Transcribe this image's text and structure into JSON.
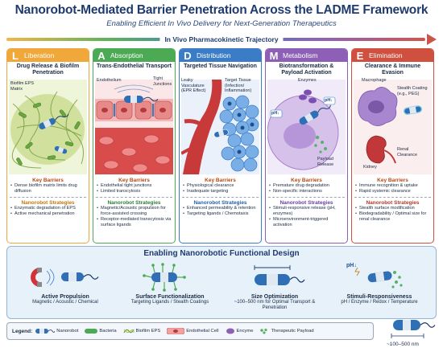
{
  "header": {
    "title": "Nanorobot-Mediated Barrier Penetration Across the LADME Framework",
    "subtitle": "Enabling Efficient In Vivo Delivery for Next-Generation Therapeutics",
    "trajectory": "In Vivo Pharmacokinetic Trajectory"
  },
  "colors": {
    "liberation": "#f0a83a",
    "absorption": "#4caa54",
    "distribution": "#3a7cc6",
    "metabolism": "#8d5fb6",
    "elimination": "#d0503f"
  },
  "stages": [
    {
      "letter": "L",
      "name": "Liberation",
      "subtitle": "Drug Release & Biofilm Penetration",
      "labels": [
        "Biofilm EPS Matrix"
      ],
      "barriers_title": "Key Barriers",
      "barriers": [
        "Dense biofilm matrix limits drug diffusion"
      ],
      "strategies_title": "Nanorobot Strategies",
      "strategies": [
        "Enzymatic degradation of EPS",
        "Active mechanical penetration"
      ]
    },
    {
      "letter": "A",
      "name": "Absorption",
      "subtitle": "Trans-Endothelial Transport",
      "labels": [
        "Endothelium",
        "Tight Junctions"
      ],
      "barriers_title": "Key Barriers",
      "barriers": [
        "Endothelial tight junctions",
        "Limited transcytosis"
      ],
      "strategies_title": "Nanorobot Strategies",
      "strategies": [
        "Magnetic/Acoustic propulsion for force-assisted crossing",
        "Receptor-mediated transcytosis via surface ligands"
      ]
    },
    {
      "letter": "D",
      "name": "Distribution",
      "subtitle": "Targeted Tissue Navigation",
      "labels": [
        "Leaky Vasculature (EPR Effect)",
        "Target Tissue (Infection/ Inflammation)"
      ],
      "barriers_title": "Key Barriers",
      "barriers": [
        "Physiological clearance",
        "Inadequate targeting"
      ],
      "strategies_title": "Nanorobot Strategies",
      "strategies": [
        "Enhanced permeability & retention",
        "Targeting ligands / Chemotaxis"
      ]
    },
    {
      "letter": "M",
      "name": "Metabolism",
      "subtitle": "Biotransformation & Payload Activation",
      "labels": [
        "Enzymes",
        "pH↓",
        "pH↓",
        "Payload Release"
      ],
      "barriers_title": "Key Barriers",
      "barriers": [
        "Premature drug degradation",
        "Non-specific interactions"
      ],
      "strategies_title": "Nanorobot Strategies",
      "strategies": [
        "Stimuli-responsive release (pH, enzymes)",
        "Microenvironment-triggered activation"
      ]
    },
    {
      "letter": "E",
      "name": "Elimination",
      "subtitle": "Clearance & Immune Evasion",
      "labels": [
        "Macrophage",
        "Stealth Coating (e.g., PEG)",
        "Kidney",
        "Renal Clearance"
      ],
      "barriers_title": "Key Barriers",
      "barriers": [
        "Immune recognition & uptake",
        "Rapid systemic clearance"
      ],
      "strategies_title": "Nanorobot Strategies",
      "strategies": [
        "Stealth surface modification",
        "Biodegradability / Optimal size for renal clearance"
      ]
    }
  ],
  "design": {
    "title": "Enabling Nanorobotic Functional Design",
    "features": [
      {
        "title": "Active Propulsion",
        "desc": "Magnetic / Acoustic / Chemical",
        "icon": "magnet-icon"
      },
      {
        "title": "Surface Functionalization",
        "desc": "Targeting Ligands / Stealth Coatings",
        "icon": "ligand-robot-icon"
      },
      {
        "title": "Size Optimization",
        "desc": "~100–500 nm for Optimal Transport & Penetration",
        "icon": "size-robot-icon"
      },
      {
        "title": "Stimuli-Responsiveness",
        "desc": "pH / Enzyme / Redox / Temperature",
        "icon": "stimuli-robot-icon",
        "tag": "pH↓"
      }
    ]
  },
  "legend": {
    "title": "Legend:",
    "items": [
      "Nanorobot",
      "Bacteria",
      "Biofilm EPS",
      "Endothelial Cell",
      "Encyme",
      "Therapeutic Payload"
    ]
  },
  "scale": "~100–500 nm"
}
